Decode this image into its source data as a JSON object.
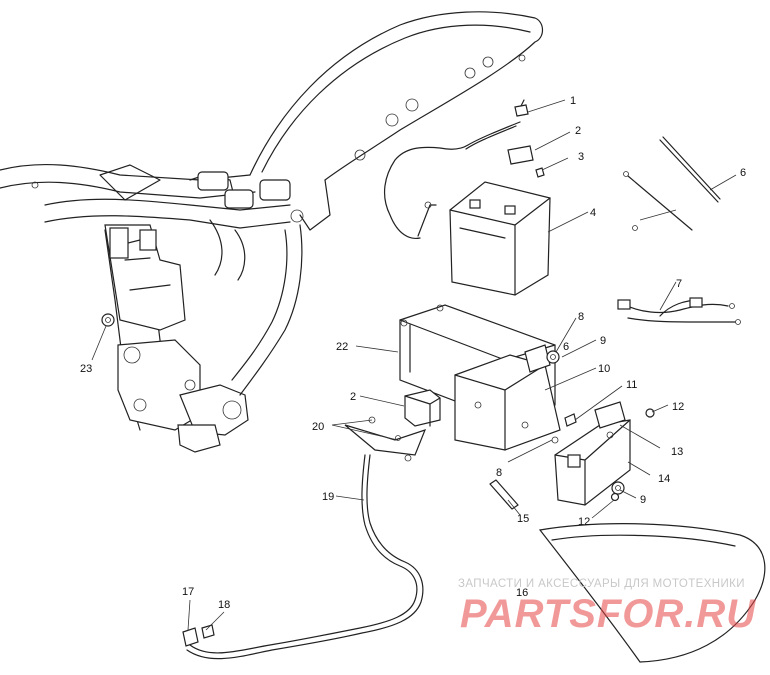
{
  "callouts": {
    "c1": "1",
    "c2": "2",
    "c2b": "2",
    "c3": "3",
    "c4": "4",
    "c6": "6",
    "c6b": "6",
    "c7": "7",
    "c8": "8",
    "c8b": "8",
    "c9": "9",
    "c9b": "9",
    "c10": "10",
    "c11": "11",
    "c12": "12",
    "c12b": "12",
    "c13": "13",
    "c14": "14",
    "c15": "15",
    "c16": "16",
    "c17": "17",
    "c18": "18",
    "c19": "19",
    "c20": "20",
    "c22": "22",
    "c23": "23"
  },
  "watermark": {
    "tagline": "ЗАПЧАСТИ И АКСЕССУАРЫ ДЛЯ МОТОТЕХНИКИ",
    "logo": "PARTSFOR.RU",
    "color": "#e04646"
  }
}
